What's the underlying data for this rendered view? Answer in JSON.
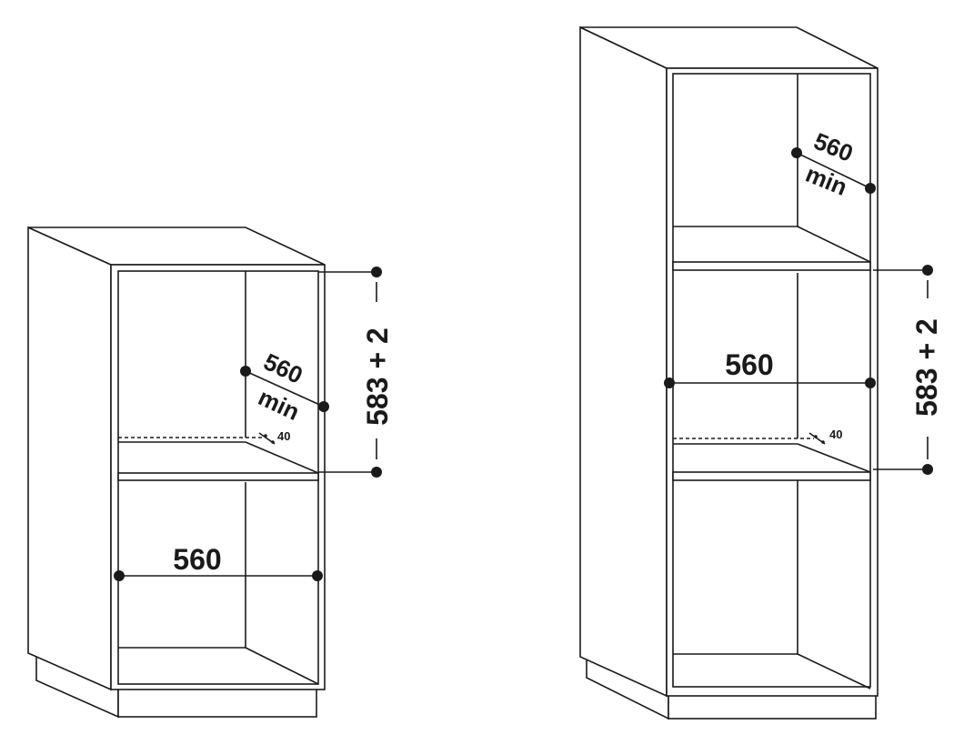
{
  "left_cabinet": {
    "height_dim": "583 + 2",
    "depth_dim": "560",
    "depth_min": "min",
    "width_dim": "560",
    "gap_dim": "40"
  },
  "right_cabinet": {
    "height_dim": "583 + 2",
    "depth_dim": "560",
    "depth_min": "min",
    "width_dim": "560",
    "gap_dim": "40"
  }
}
